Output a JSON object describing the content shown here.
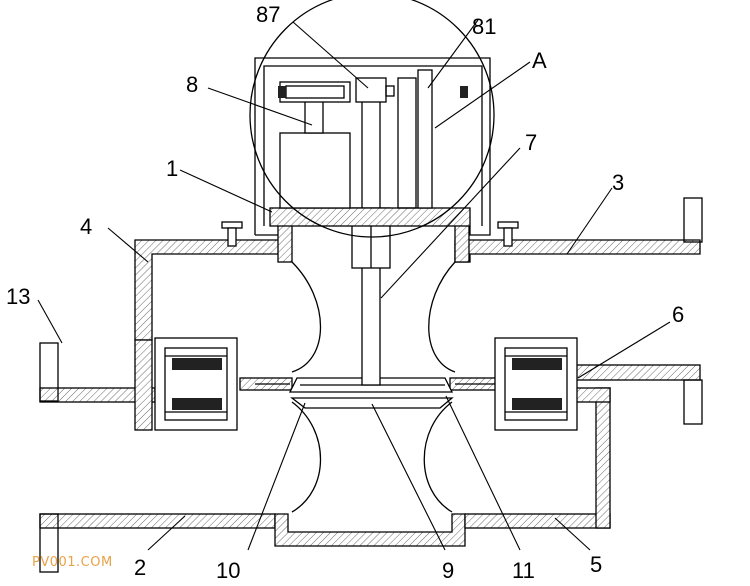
{
  "labels": {
    "l87": "87",
    "l81": "81",
    "lA": "A",
    "l8": "8",
    "l7": "7",
    "l1": "1",
    "l3": "3",
    "l4": "4",
    "l13": "13",
    "l6": "6",
    "l2": "2",
    "l10": "10",
    "l9": "9",
    "l11": "11",
    "l5": "5"
  },
  "watermark": "PV001.COM",
  "colors": {
    "line": "#000000",
    "background": "#ffffff",
    "watermark": "#e8a24a"
  }
}
